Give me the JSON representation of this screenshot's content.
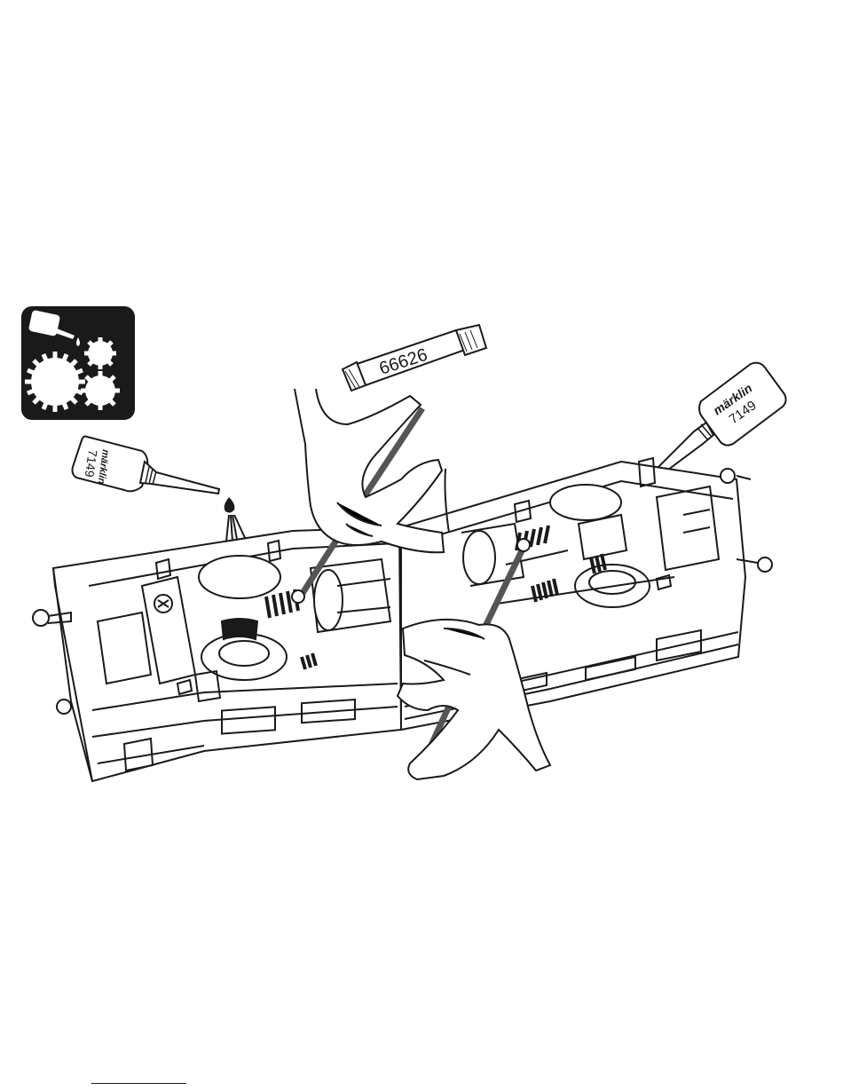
{
  "labels": {
    "grease_tube_number": "66626",
    "oil_bottle_left_brand": "märklin",
    "oil_bottle_left_number": "7149",
    "oil_bottle_right_brand": "märklin",
    "oil_bottle_right_number": "7149"
  },
  "icons": {
    "maintenance_icon": "oil-gears-icon"
  }
}
